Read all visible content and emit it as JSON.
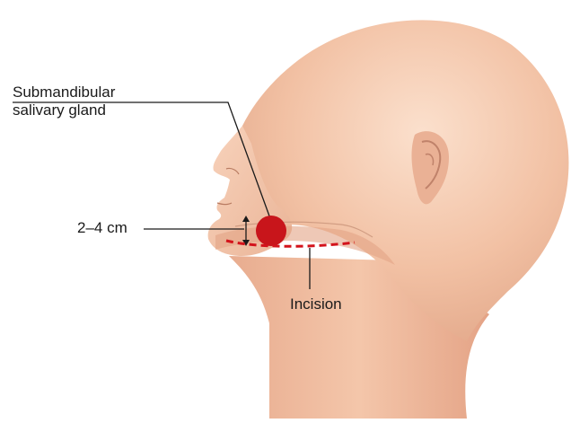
{
  "labels": {
    "gland_line1": "Submandibular",
    "gland_line2": "salivary gland",
    "measurement": "2–4 cm",
    "incision": "Incision"
  },
  "colors": {
    "skin": "#f2c1a4",
    "skin_shadow": "#d99c80",
    "skin_highlight": "#fadcc8",
    "gland": "#c8151b",
    "incision": "#d3131b",
    "leader": "#1a1a1a"
  },
  "icons": {
    "measurement_marker": "double-arrow-vertical"
  }
}
